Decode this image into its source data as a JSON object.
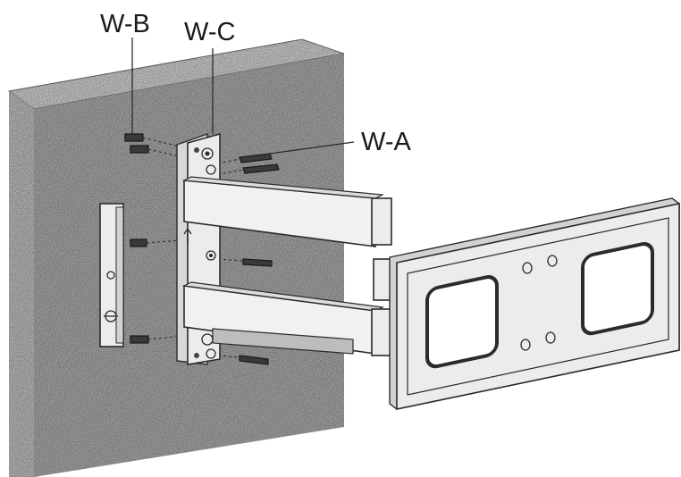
{
  "labels": {
    "wb": "W-B",
    "wc": "W-C",
    "wa": "W-A"
  },
  "colors": {
    "wall_face": "#a9a9a9",
    "wall_edge": "#cfcfcf",
    "ink": "#2b2b2b",
    "metal": "#ececec"
  }
}
